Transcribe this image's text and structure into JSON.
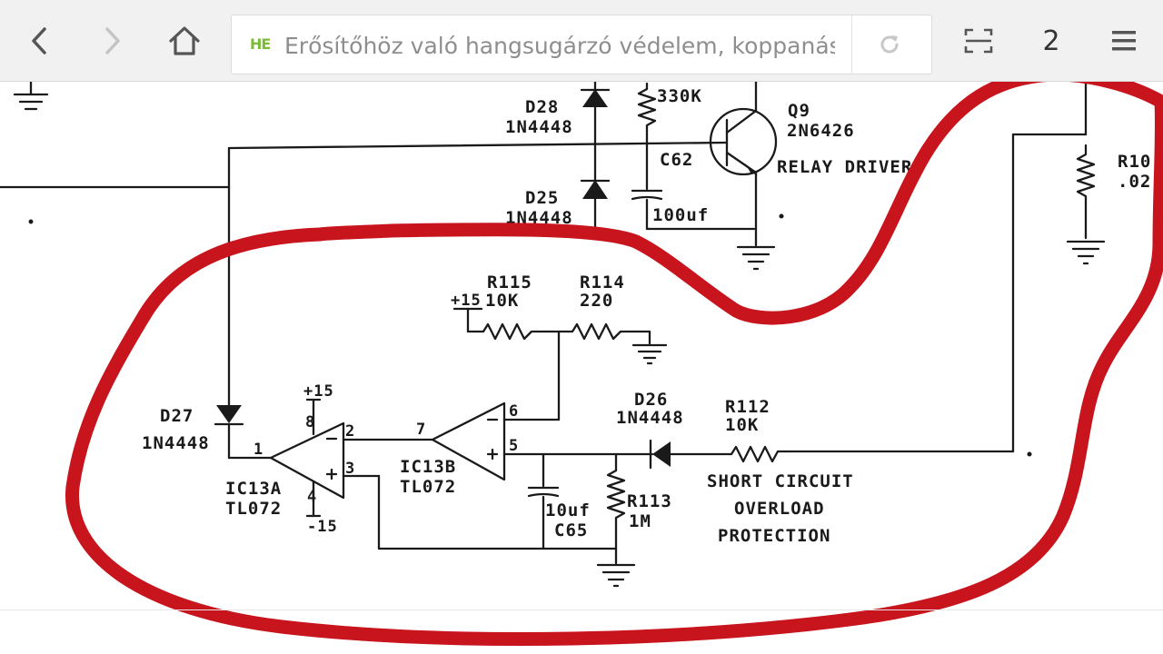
{
  "browser": {
    "url_text": "Erősítőhöz való hangsugárzó védelem, koppanásgátló",
    "site_icon_label": "HE",
    "tab_count": "2",
    "icons": {
      "back": "chevron-left-icon",
      "forward": "chevron-right-icon",
      "home": "home-icon",
      "reload": "reload-icon",
      "tabs_grab": "tab-grab-icon",
      "menu": "hamburger-menu-icon"
    },
    "colors": {
      "toolbar_bg": "#f1f1f1",
      "site_icon": "#7cbb3a",
      "annotation": "#c8141c"
    }
  },
  "schematic": {
    "labels": {
      "d28_name": "D28",
      "d28_part": "1N4448",
      "r_top_value": "330K",
      "q9_name": "Q9",
      "q9_part": "2N6426",
      "c62_name": "C62",
      "relay_driver": "RELAY DRIVER",
      "d25_name": "D25",
      "d25_part": "1N4448",
      "c62_value": "100uf",
      "r10x_name": "R10",
      "r10x_value": ".02",
      "r115_name": "R115",
      "r115_value": "10K",
      "plus15_top": "+15",
      "r114_name": "R114",
      "r114_value": "220",
      "d27_name": "D27",
      "d27_part": "1N4448",
      "pin_plus15": "+15",
      "pin_8": "8",
      "pin_2": "2",
      "pin_1": "1",
      "pin_3": "3",
      "pin_4": "4",
      "pin_minus15": "-15",
      "ic13a_name": "IC13A",
      "ic13a_part": "TL072",
      "pin_7": "7",
      "ic13b_name": "IC13B",
      "ic13b_part": "TL072",
      "pin_6": "6",
      "pin_5": "5",
      "d26_name": "D26",
      "d26_part": "1N4448",
      "r112_name": "R112",
      "r112_value": "10K",
      "c65_value": "10uf",
      "c65_name": "C65",
      "r113_name": "R113",
      "r113_value": "1M",
      "protection_line1": "SHORT CIRCUIT",
      "protection_line2": "OVERLOAD",
      "protection_line3": "PROTECTION"
    }
  }
}
